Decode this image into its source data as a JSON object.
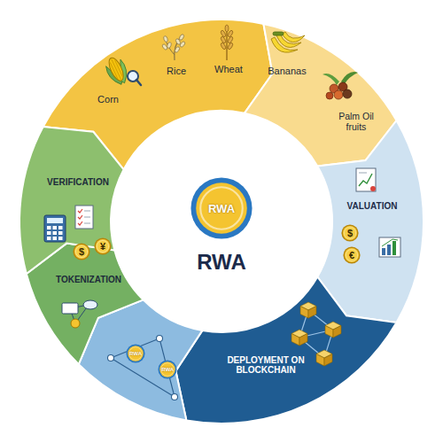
{
  "diagram": {
    "nodes": [
      {
        "text": [
          "RWA"
        ]
      },
      {
        "text": [
          "$"
        ]
      },
      {
        "text": [
          "€"
        ]
      },
      {
        "text": [
          "RWA"
        ]
      },
      {
        "text": [
          "RWA"
        ]
      },
      {
        "text": [
          "$"
        ]
      },
      {
        "text": [
          "¥"
        ]
      }
    ],
    "labels": [
      "Corn",
      "Rice",
      "Wheat",
      "Bananas",
      "Palm Oil fruits",
      "VALUATION",
      "DEPLOYMENT ON BLOCKCHAIN",
      "TOKENIZATION",
      "VERIFICATION",
      "RWA"
    ]
  }
}
